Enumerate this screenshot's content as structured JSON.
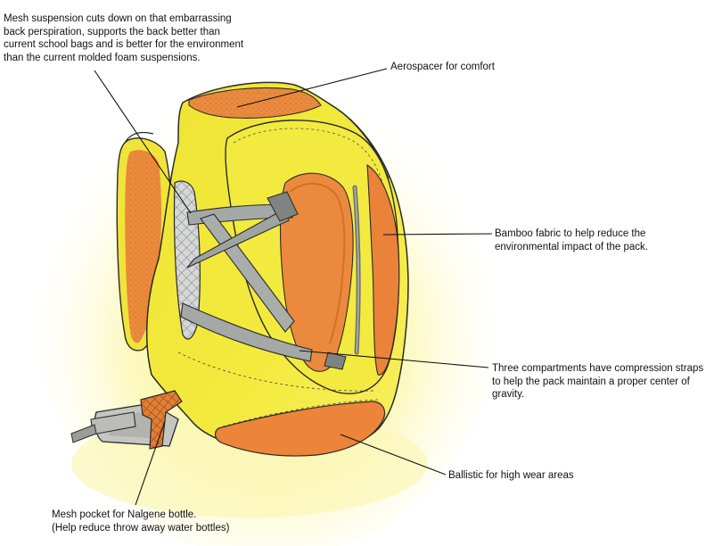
{
  "annotations": {
    "mesh_suspension": {
      "lines": [
        "Mesh suspension cuts down on that embarrassing",
        "back perspiration, supports the back better than",
        "current school bags and is better for the environment",
        "than the current molded foam suspensions."
      ]
    },
    "aerospacer": {
      "lines": [
        "Aerospacer for comfort"
      ]
    },
    "bamboo": {
      "lines": [
        "Bamboo fabric to help reduce the",
        "environmental impact of the pack."
      ]
    },
    "compression": {
      "lines": [
        "Three compartments have compression straps",
        "to help the pack maintain a proper center of",
        "gravity."
      ]
    },
    "ballistic": {
      "lines": [
        "Ballistic for high wear areas"
      ]
    },
    "mesh_pocket": {
      "lines": [
        "Mesh pocket for Nalgene bottle.",
        "(Help reduce throw away water bottles)"
      ]
    }
  },
  "colors": {
    "pack_yellow": "#f3ea3c",
    "pack_yellow_light": "#f8f27a",
    "glow": "#fbf8b6",
    "orange": "#ec8a3c",
    "orange_dark": "#d9651f",
    "strap_gray": "#9ea3a2",
    "mesh_gray": "#c9cbcc",
    "outline": "#2a2a2a",
    "text": "#111111"
  }
}
